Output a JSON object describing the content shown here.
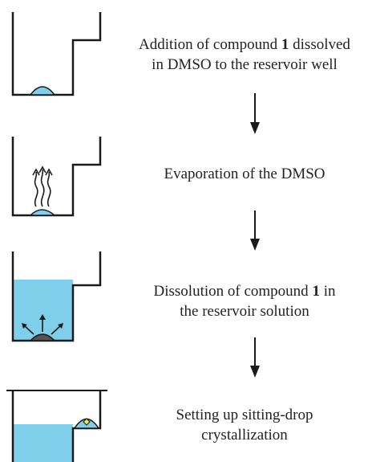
{
  "steps": [
    {
      "text_before": "Addition of compound ",
      "bold": "1",
      "text_after": " dissolved in DMSO to the reservoir well",
      "line1_before": "Addition of compound ",
      "line1_after": " dissolved",
      "line2": "in DMSO to the reservoir well"
    },
    {
      "text": "Evaporation of the DMSO"
    },
    {
      "line1_before": "Dissolution of compound ",
      "bold": "1",
      "line1_after": " in",
      "line2": "the reservoir solution"
    },
    {
      "line1": "Setting up sitting-drop",
      "line2": "crystallization"
    }
  ],
  "colors": {
    "outline": "#1a1a1a",
    "liquid": "#7fcfea",
    "solid": "#555555",
    "crystal": "#f2e84a"
  }
}
